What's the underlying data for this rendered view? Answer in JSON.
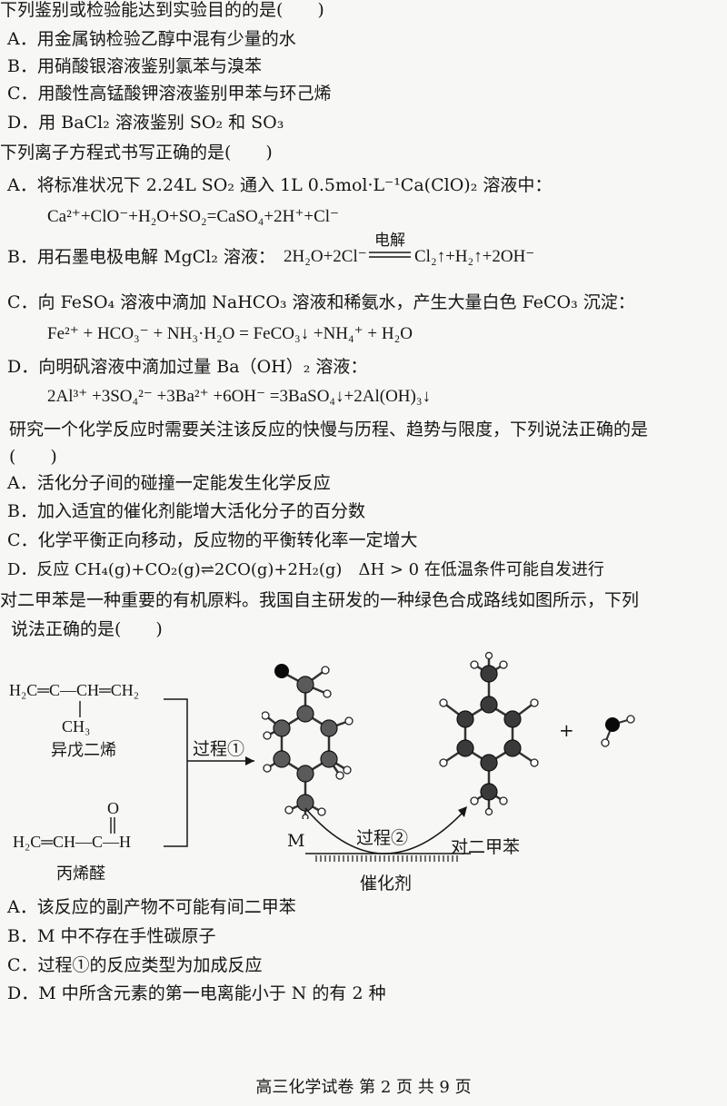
{
  "q1": {
    "stem": "下列鉴别或检验能达到实验目的的是(　　)",
    "options": [
      "A．用金属钠检验乙醇中混有少量的水",
      "B．用硝酸银溶液鉴别氯苯与溴苯",
      "C．用酸性高锰酸钾溶液鉴别甲苯与环己烯",
      "D．用 BaCl₂ 溶液鉴别 SO₂ 和 SO₃"
    ]
  },
  "q2": {
    "stem": "下列离子方程式书写正确的是(　　)",
    "a_text": "A．将标准状况下 2.24L SO₂ 通入 1L 0.5mol·L⁻¹Ca(ClO)₂ 溶液中：",
    "a_eq": "Ca²⁺+ClO⁻+H₂O+SO₂=CaSO₄+2H⁺+Cl⁻",
    "b_text": "B．用石墨电极电解 MgCl₂ 溶液：",
    "b_eq_left": "2H₂O+2Cl⁻",
    "b_eq_cond": "电解",
    "b_eq_right": "Cl₂↑+H₂↑+2OH⁻",
    "c_text": "C．向 FeSO₄ 溶液中滴加 NaHCO₃ 溶液和稀氨水，产生大量白色 FeCO₃ 沉淀：",
    "c_eq": "Fe²⁺ + HCO₃⁻ + NH₃·H₂O = FeCO₃↓ +NH₄⁺ + H₂O",
    "d_text": "D．向明矾溶液中滴加过量 Ba（OH）₂ 溶液：",
    "d_eq": "2Al³⁺ +3SO₄²⁻ +3Ba²⁺ +6OH⁻ =3BaSO₄↓+2Al(OH)₃↓"
  },
  "q3": {
    "stem": "研究一个化学反应时需要关注该反应的快慢与历程、趋势与限度，下列说法正确的是",
    "paren": "(　　)",
    "options": [
      "A．活化分子间的碰撞一定能发生化学反应",
      "B．加入适宜的催化剂能增大活化分子的百分数",
      "C．化学平衡正向移动，反应物的平衡转化率一定增大",
      "D．反应 CH₄(g)+CO₂(g)⇌2CO(g)+2H₂(g)　ΔH > 0 在低温条件可能自发进行"
    ]
  },
  "q4": {
    "stem1": "对二甲苯是一种重要的有机原料。我国自主研发的一种绿色合成路线如图所示，下列",
    "stem2": "说法正确的是(　　)",
    "diagram": {
      "isoprene_formula": "H₂C═C—CH═CH₂",
      "isoprene_methyl": "CH₃",
      "isoprene_name": "异戊二烯",
      "acrolein_o": "O",
      "acrolein_formula": "H₂C═CH—C—H",
      "acrolein_name": "丙烯醛",
      "process1": "过程①",
      "process2": "过程②",
      "m_label": "M",
      "product_label": "对二甲苯",
      "catalyst_label": "催化剂",
      "plus": "+"
    },
    "options": [
      "A．该反应的副产物不可能有间二甲苯",
      "B．M 中不存在手性碳原子",
      "C．过程①的反应类型为加成反应",
      "D．M 中所含元素的第一电离能小于 N 的有 2 种"
    ]
  },
  "footer": "高三化学试卷 第 2 页 共 9 页"
}
